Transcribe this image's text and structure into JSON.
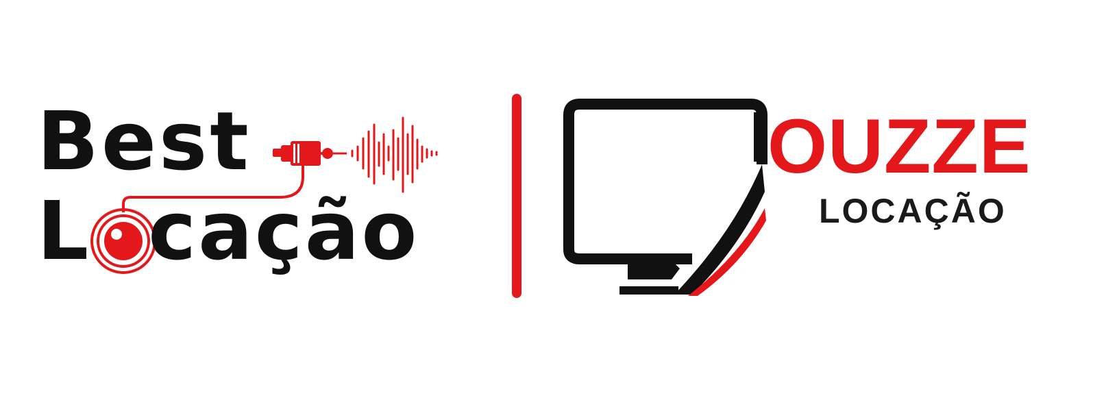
{
  "brands": {
    "best": {
      "line1": "Best",
      "line2_first": "L",
      "line2_rest": "cação",
      "icons": [
        "rca-cable-icon",
        "sound-wave-icon",
        "camera-lens-icon"
      ]
    },
    "ouzze": {
      "name": "OUZZE",
      "subtitle": "LOCAÇÃO",
      "icons": [
        "monitor-icon"
      ]
    }
  },
  "colors": {
    "black": "#111111",
    "red": "#e4181b",
    "white": "#ffffff"
  }
}
